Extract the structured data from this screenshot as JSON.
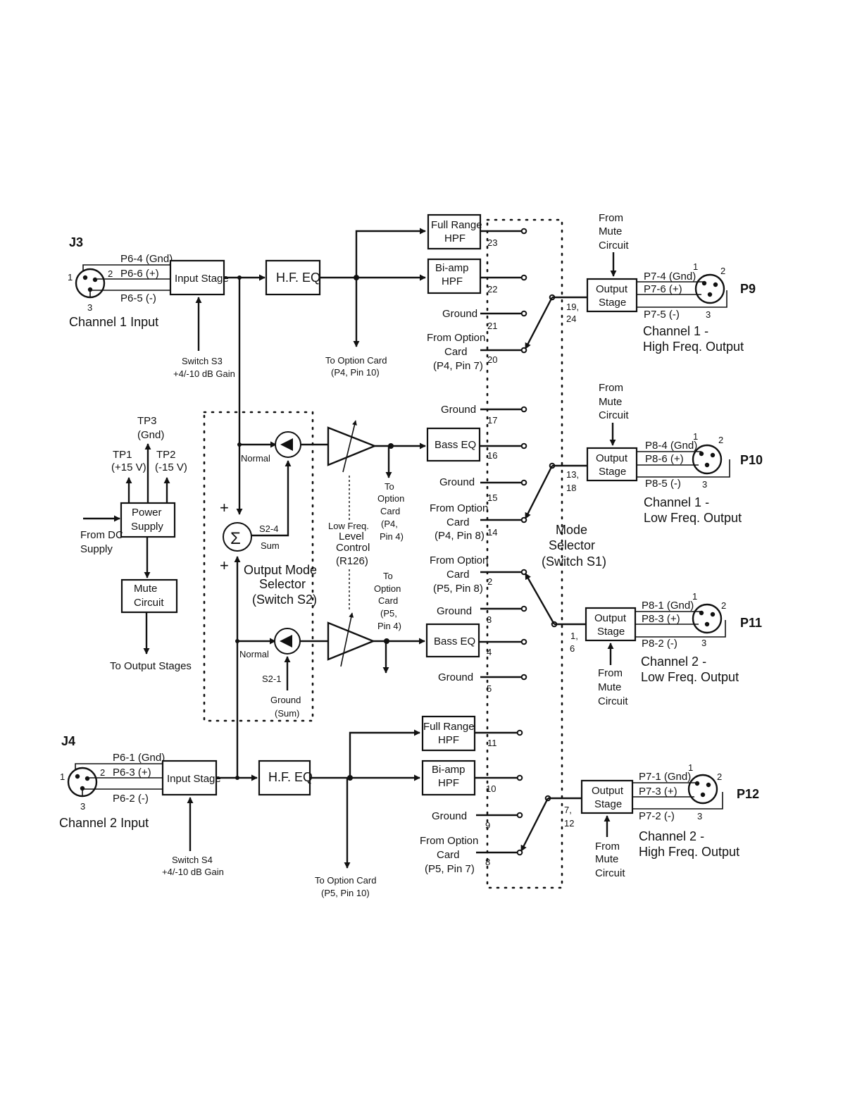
{
  "connectors": {
    "j3": "J3",
    "j4": "J4",
    "p9": "P9",
    "p10": "P10",
    "p11": "P11",
    "p12": "P12",
    "pin1": "1",
    "pin2": "2",
    "pin3": "3"
  },
  "ch1_input": {
    "title": "Channel 1 Input",
    "gnd": "P6-4 (Gnd)",
    "plus": "P6-6 (+)",
    "minus": "P6-5 (-)",
    "stage": "Input Stage",
    "switch": "Switch S3",
    "gain": "+4/-10 dB Gain",
    "hfeq": "H.F. EQ",
    "to_option_card": "To Option Card",
    "to_option_pin": "(P4, Pin 10)"
  },
  "ch2_input": {
    "title": "Channel 2 Input",
    "gnd": "P6-1 (Gnd)",
    "plus": "P6-3 (+)",
    "minus": "P6-2 (-)",
    "stage": "Input Stage",
    "switch": "Switch S4",
    "gain": "+4/-10 dB Gain",
    "hfeq": "H.F. EQ",
    "to_option_card": "To Option Card",
    "to_option_pin": "(P5, Pin 10)"
  },
  "filters": {
    "full_range_1": "Full Range",
    "full_range_2": "Full Range",
    "hpf": "HPF",
    "biamp_1": "Bi-amp",
    "biamp_2": "Bi-amp",
    "bass_eq_1": "Bass EQ",
    "bass_eq_2": "Bass EQ"
  },
  "power": {
    "tp1": "TP1",
    "tp1_v": "(+15 V)",
    "tp2": "TP2",
    "tp2_v": "(-15 V)",
    "tp3": "TP3",
    "tp3_v": "(Gnd)",
    "box_1": "Power",
    "box_2": "Supply",
    "from_1": "From DC",
    "from_2": "Supply",
    "mute_1": "Mute",
    "mute_2": "Circuit",
    "to_outputs": "To Output Stages"
  },
  "mode_s2": {
    "normal_1": "Normal",
    "normal_2": "Normal",
    "s2_4": "S2-4",
    "sum": "Sum",
    "s2_1": "S2-1",
    "ground": "Ground",
    "ground_sum": "(Sum)",
    "title_1": "Output Mode",
    "title_2": "Selector",
    "title_3": "(Switch S2)",
    "sigma": "Σ",
    "plus": "+"
  },
  "low_freq": {
    "l1": "Low Freq.",
    "l2": "Level",
    "l3": "Control",
    "l4": "(R126)",
    "to": "To",
    "option": "Option",
    "card": "Card",
    "p4": "(P4,",
    "pin4": "Pin 4)",
    "p5": "(P5,"
  },
  "mode_s1": {
    "title_1": "Mode",
    "title_2": "Selector",
    "title_3": "(Switch S1)",
    "ground": "Ground",
    "from_option": "From Option",
    "card": "Card",
    "p4_pin7": "(P4, Pin 7)",
    "p4_pin8": "(P4, Pin 8)",
    "p5_pin8": "(P5, Pin 8)",
    "p5_pin7": "(P5, Pin 7)",
    "n23": "23",
    "n22": "22",
    "n21": "21",
    "n20": "20",
    "n17": "17",
    "n16": "16",
    "n15": "15",
    "n14": "14",
    "n2": "2",
    "n3": "3",
    "n4": "4",
    "n5": "5",
    "n11": "11",
    "n10": "10",
    "n9": "9",
    "n8": "8",
    "c19": "19,",
    "c24": "24",
    "c13": "13,",
    "c18": "18",
    "c1": "1,",
    "c6": "6",
    "c7": "7,",
    "c12": "12"
  },
  "outputs": {
    "stage_1": "Output",
    "stage_2": "Stage",
    "from": "From",
    "mute": "Mute",
    "circuit": "Circuit",
    "p9_gnd": "P7-4 (Gnd)",
    "p9_plus": "P7-6 (+)",
    "p9_minus": "P7-5 (-)",
    "p9_title_1": "Channel 1 -",
    "p9_title_2": "High Freq. Output",
    "p10_gnd": "P8-4 (Gnd)",
    "p10_plus": "P8-6 (+)",
    "p10_minus": "P8-5 (-)",
    "p10_title_1": "Channel 1 -",
    "p10_title_2": "Low Freq. Output",
    "p11_gnd": "P8-1 (Gnd)",
    "p11_plus": "P8-3 (+)",
    "p11_minus": "P8-2 (-)",
    "p11_title_1": "Channel 2 -",
    "p11_title_2": "Low Freq. Output",
    "p12_gnd": "P7-1 (Gnd)",
    "p12_plus": "P7-3 (+)",
    "p12_minus": "P7-2 (-)",
    "p12_title_1": "Channel 2 -",
    "p12_title_2": "High Freq. Output"
  }
}
